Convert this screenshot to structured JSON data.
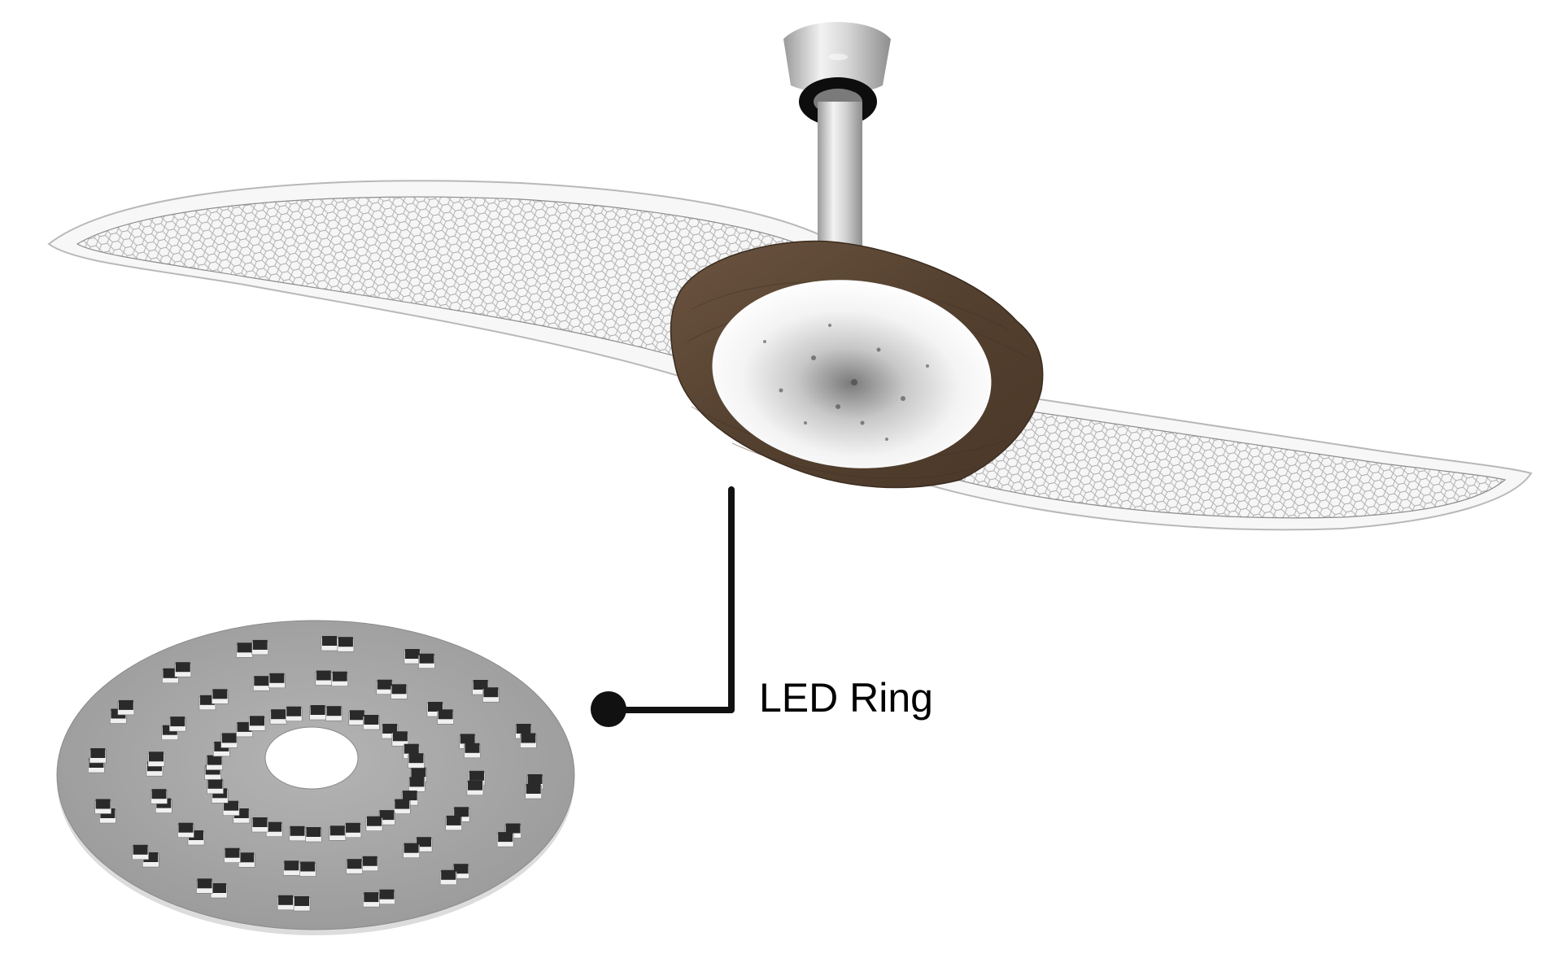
{
  "diagram": {
    "subject": "Ceiling fan with LED light",
    "components": [
      {
        "id": "canopy",
        "name": "Ceiling canopy",
        "color": "#d8d8d8"
      },
      {
        "id": "downrod",
        "name": "Downrod",
        "color": "#cfcfcf"
      },
      {
        "id": "blades",
        "name": "Mesh blades",
        "color": "#ececec"
      },
      {
        "id": "hub",
        "name": "Wood hub housing",
        "color": "#5a4634"
      },
      {
        "id": "diffuser",
        "name": "Crystal diffuser",
        "color": "#f4f4f4"
      }
    ],
    "callout": {
      "label": "LED Ring",
      "line_color": "#111111",
      "dot_color": "#111111"
    },
    "led_ring": {
      "name": "LED ring board",
      "disc_color": "#a8a8a8",
      "led_color": "#2a2a2a",
      "spokes": 16,
      "rows_per_spoke": 3,
      "leds_per_cell": 2
    }
  }
}
